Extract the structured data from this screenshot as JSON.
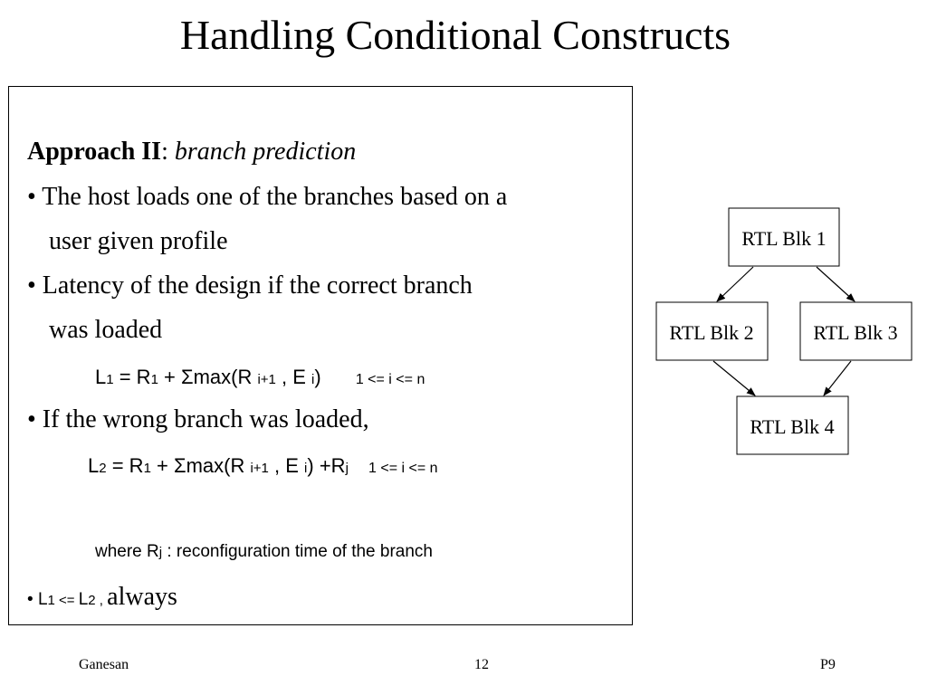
{
  "slide": {
    "title": "Handling Conditional Constructs"
  },
  "content": {
    "heading_bold": "Approach II",
    "heading_colon": ":",
    "heading_italic": "branch prediction",
    "bullet1_line1": "• The host loads one of the branches based on a",
    "bullet1_line2": "user given profile",
    "bullet2_line1": "• Latency of the design if the correct branch",
    "bullet2_line2": "was loaded",
    "eq1": {
      "L": "L",
      "L_sub": "1",
      "eq_r": " = R",
      "R_sub": "1",
      "plus_sigma": " + Σmax(R ",
      "i_plus_1": "i+1",
      "comma_e": " , E ",
      "i": "i",
      "close": ")",
      "range": "1 <=  i <= n"
    },
    "bullet3": "• If the wrong branch was loaded,",
    "eq2": {
      "L": "L",
      "L_sub": "2",
      "eq_r": " = R",
      "R_sub": "1",
      "plus_sigma": " + Σmax(R ",
      "i_plus_1": "i+1",
      "comma_e": " , E ",
      "i": "i",
      "close_plus_r": ") +R",
      "j": "j",
      "range": "1 <=  i <= n"
    },
    "where": {
      "prefix": "where R",
      "j": "j",
      "suffix": " : reconfiguration time of the branch"
    },
    "bullet4": {
      "bullet": "• ",
      "L1": "L",
      "L1_sub": "1",
      "le": " <= ",
      "L2": "L",
      "L2_sub": "2",
      "comma": " , ",
      "always": "always"
    }
  },
  "diagram": {
    "blocks": [
      "RTL Blk 1",
      "RTL Blk 2",
      "RTL Blk 3",
      "RTL Blk 4"
    ]
  },
  "footer": {
    "author": "Ganesan",
    "page": "12",
    "code": "P9"
  }
}
